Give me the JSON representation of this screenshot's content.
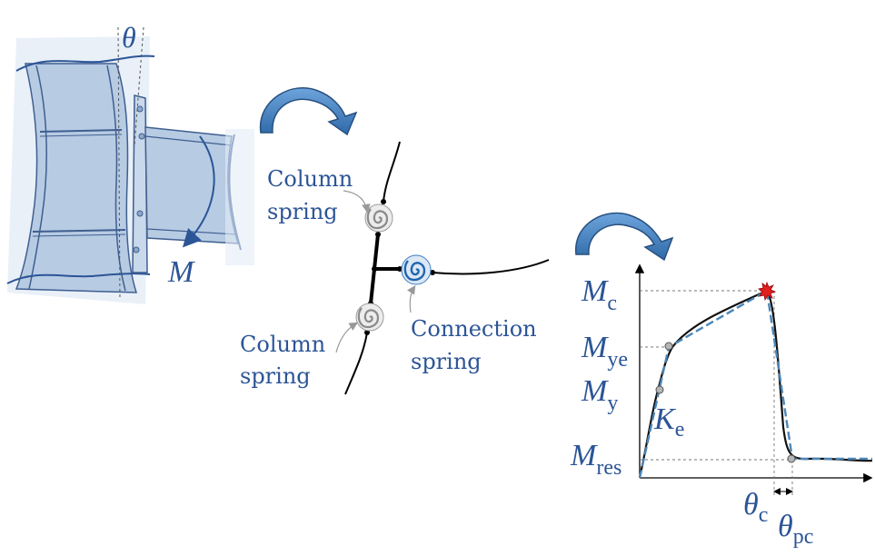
{
  "panel1": {
    "rotation_symbol": "θ",
    "moment_symbol": "M"
  },
  "panel2": {
    "column_spring_top": [
      "Column",
      "spring"
    ],
    "column_spring_bottom": [
      "Column",
      "spring"
    ],
    "connection_spring": [
      "Connection",
      "spring"
    ]
  },
  "panel3": {
    "labels": {
      "Mc": {
        "main": "M",
        "sub": "c"
      },
      "Mye": {
        "main": "M",
        "sub": "ye"
      },
      "My": {
        "main": "M",
        "sub": "y"
      },
      "Ke": {
        "main": "K",
        "sub": "e"
      },
      "Mres": {
        "main": "M",
        "sub": "res"
      },
      "theta_c": {
        "main": "θ",
        "sub": "c"
      },
      "theta_pc": {
        "main": "θ",
        "sub": "pc"
      }
    }
  },
  "colors": {
    "steel": "#b7cbe3",
    "steel_edge": "#3f5f90",
    "label_blue": "#2c5596",
    "arrow_blue": "#4f88c6",
    "spring_gray": "#a0a0a0",
    "spring_blue": "#3a7cc0",
    "peak_red": "#e02020",
    "dashed_curve": "#4a86b8"
  }
}
